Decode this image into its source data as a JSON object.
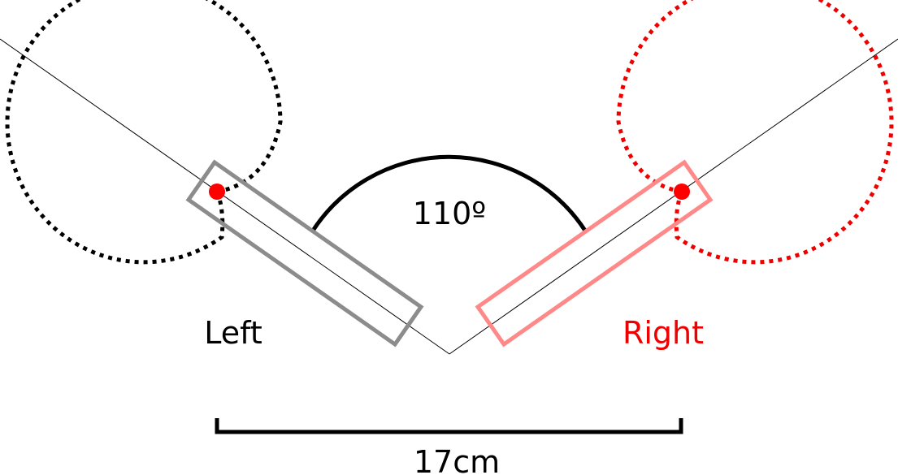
{
  "angle_label": "110º",
  "left_label": "Left",
  "right_label": "Right",
  "distance_label": "17cm",
  "colors": {
    "left": "#000000",
    "right": "#ee0000",
    "left_rect": "#8c8c8c",
    "right_rect": "#ff8888",
    "dot": "#ff0000"
  }
}
